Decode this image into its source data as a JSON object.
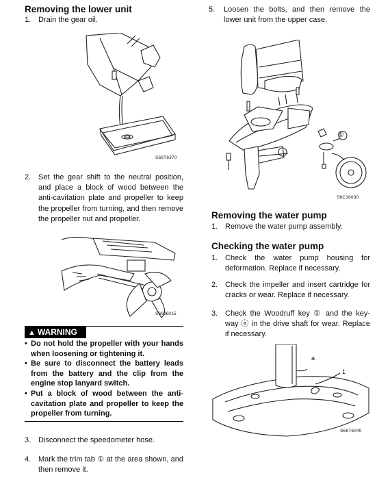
{
  "left": {
    "heading": "Removing the lower unit",
    "steps": [
      {
        "num": "1.",
        "text": "Drain the gear oil."
      },
      {
        "num": "2.",
        "text": "Set the gear shift to the neutral position, and place a block of wood between the anti-cavitation plate and propeller to keep the propeller from turning, and then remove the propeller nut and propeller."
      },
      {
        "num": "3.",
        "text": "Disconnect the speedometer hose."
      },
      {
        "num": "4.",
        "text": "Mark the trim tab ① at the area shown, and then remove it."
      }
    ],
    "captions": [
      "S66T6370",
      "S69J6015"
    ],
    "warning": {
      "label": "WARNING",
      "items": [
        "Do not hold the propeller with your hands when loosening or tightening it.",
        "Be sure to disconnect the battery leads from the battery and the clip from the engine stop lanyard switch.",
        "Put a block of wood between the anti-cavitation plate and propeller to keep the propeller from turning."
      ]
    }
  },
  "right": {
    "step5": {
      "num": "5.",
      "text": "Loosen the bolts, and then remove the lower unit from the upper case."
    },
    "caption_top": "S6C16030",
    "callout_1": "①",
    "section2": {
      "heading": "Removing the water pump",
      "steps": [
        {
          "num": "1.",
          "text": "Remove the water pump assembly."
        }
      ]
    },
    "section3": {
      "heading": "Checking the water pump",
      "steps": [
        {
          "num": "1.",
          "text": "Check the water pump housing for deformation. Replace if necessary."
        },
        {
          "num": "2.",
          "text": "Check the impeller and insert cartridge for cracks or wear. Replace if necessary."
        },
        {
          "num": "3.",
          "text": "Check the Woodruff key ① and the key-way ⓐ in the drive shaft for wear. Replace if necessary."
        }
      ]
    },
    "caption_bottom": "S66T6040",
    "callout_a": "a",
    "callout_1b": "1"
  }
}
